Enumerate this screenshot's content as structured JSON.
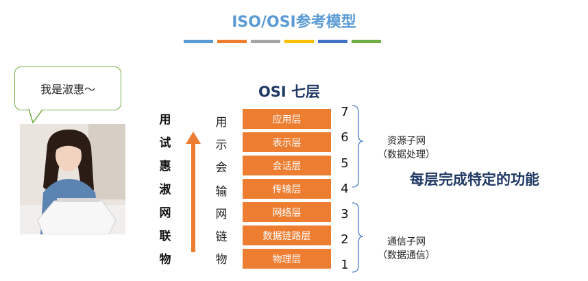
{
  "title": "ISO/OSI参考模型",
  "color_bars": [
    "#5b9bd5",
    "#ed7d31",
    "#a5a5a5",
    "#ffc000",
    "#4472c4",
    "#70ad47"
  ],
  "speech_bubble": {
    "text": "我是淑惠～"
  },
  "mnemonic": [
    "用",
    "试",
    "惠",
    "淑",
    "网",
    "联",
    "物"
  ],
  "osi_title": "OSI  七层",
  "layers": [
    {
      "num": "7",
      "name": "应用层",
      "char": "用"
    },
    {
      "num": "6",
      "name": "表示层",
      "char": "示"
    },
    {
      "num": "5",
      "name": "会话层",
      "char": "会"
    },
    {
      "num": "4",
      "name": "传输层",
      "char": "输"
    },
    {
      "num": "3",
      "name": "网络层",
      "char": "网"
    },
    {
      "num": "2",
      "name": "数据链路层",
      "char": "链"
    },
    {
      "num": "1",
      "name": "物理层",
      "char": "物"
    }
  ],
  "groups": {
    "upper": {
      "line1": "资源子网",
      "line2": "（数据处理）"
    },
    "lower": {
      "line1": "通信子网",
      "line2": "（数据通信）"
    }
  },
  "summary": "每层完成特定的功能",
  "colors": {
    "layer_fill": "#ed7d31",
    "title": "#5b9bd5",
    "heading": "#1f3864",
    "bubble_border": "#70ad47"
  }
}
